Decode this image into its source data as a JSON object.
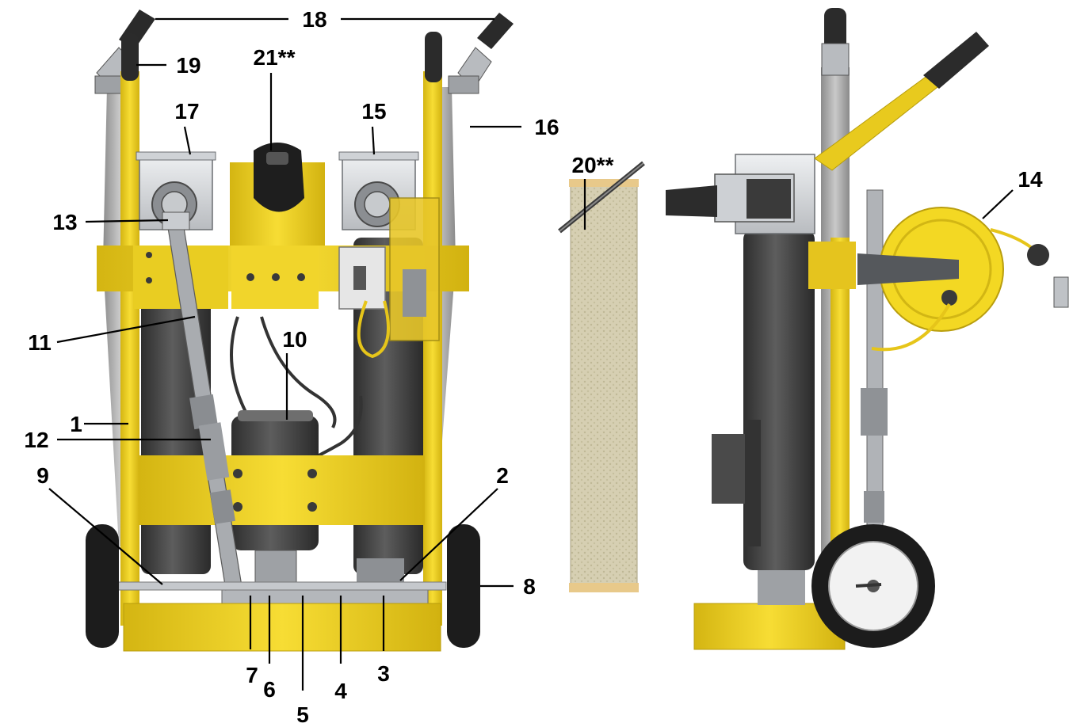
{
  "figure": {
    "views": [
      "front-view",
      "filter-element-view",
      "side-view"
    ],
    "colors": {
      "frame_yellow": "#f2d422",
      "frame_yellow_dark": "#c9ac10",
      "housing_dark": "#3c3c3c",
      "housing_mid": "#5a5a5a",
      "hose_gray": "#a8a8a8",
      "steel_light": "#d7d9dc",
      "tire_black": "#1c1c1c",
      "element_tan": "#d8d1b4",
      "element_cap": "#e8c98a"
    }
  },
  "callouts": {
    "c1": "1",
    "c2": "2",
    "c3": "3",
    "c4": "4",
    "c5": "5",
    "c6": "6",
    "c7": "7",
    "c8": "8",
    "c9": "9",
    "c10": "10",
    "c11": "11",
    "c12": "12",
    "c13": "13",
    "c14": "14",
    "c15": "15",
    "c16": "16",
    "c17": "17",
    "c18": "18",
    "c19": "19",
    "c20": "20**",
    "c21": "21**"
  }
}
